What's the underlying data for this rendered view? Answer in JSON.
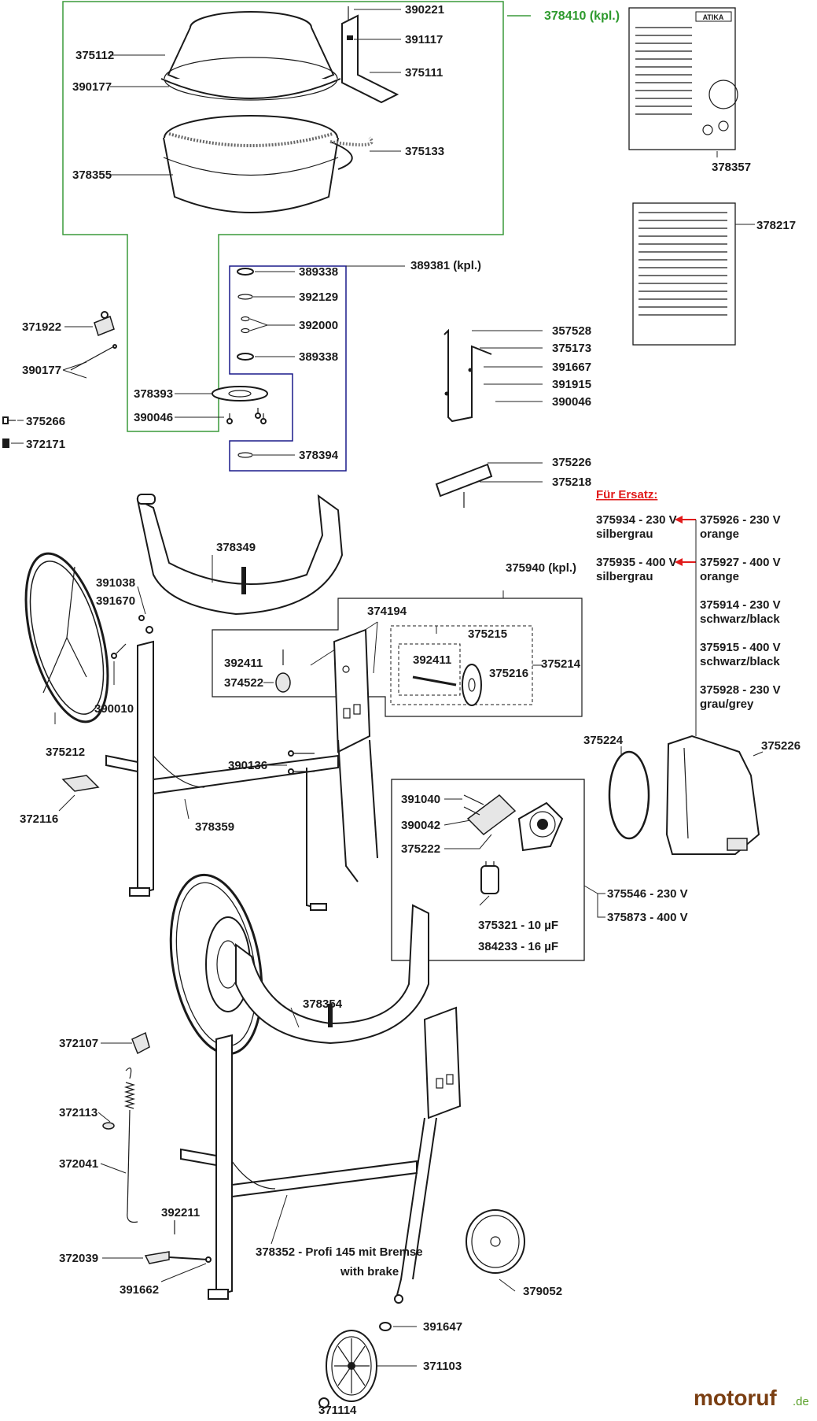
{
  "diagram": {
    "part_numbers": {
      "p390221": "390221",
      "p378410": "378410 (kpl.)",
      "p375112": "375112",
      "p391117": "391117",
      "p390177a": "390177",
      "p375111": "375111",
      "p375133": "375133",
      "p378355": "378355",
      "p378357": "378357",
      "p378217": "378217",
      "p389338a": "389338",
      "p389381": "389381 (kpl.)",
      "p392129": "392129",
      "p392000": "392000",
      "p389338b": "389338",
      "p371922": "371922",
      "p390177b": "390177",
      "p378393": "378393",
      "p390046a": "390046",
      "p375266": "375266",
      "p372171": "372171",
      "p378394": "378394",
      "p357528": "357528",
      "p375173": "375173",
      "p391667": "391667",
      "p391915": "391915",
      "p390046b": "390046",
      "p375226a": "375226",
      "p375218": "375218",
      "p378349": "378349",
      "p375940": "375940 (kpl.)",
      "p391038": "391038",
      "p391670": "391670",
      "p374194": "374194",
      "p375215": "375215",
      "p392411a": "392411",
      "p392411b": "392411",
      "p374522": "374522",
      "p375216": "375216",
      "p375214": "375214",
      "p390010": "390010",
      "p375212": "375212",
      "p375224": "375224",
      "p375226b": "375226",
      "p390136": "390136",
      "p372116": "372116",
      "p378359": "378359",
      "p391040": "391040",
      "p390042": "390042",
      "p375222": "375222",
      "p375546": "375546 - 230 V",
      "p375873": "375873 - 400 V",
      "p375321": "375321 - 10 µF",
      "p384233": "384233 - 16 µF",
      "p378354": "378354",
      "p372107": "372107",
      "p372113": "372113",
      "p372041": "372041",
      "p392211": "392211",
      "p372039": "372039",
      "p391662": "391662",
      "p378352": "378352 - Profi 145 mit Bremse",
      "p378352b": "with brake",
      "p379052": "379052",
      "p391647": "391647",
      "p371103": "371103",
      "p371114": "371114"
    },
    "replacement": {
      "heading": "Für Ersatz:",
      "left": [
        {
          "code": "375934 - 230 V",
          "color": "silbergrau"
        },
        {
          "code": "375935 - 400 V",
          "color": "silbergrau"
        }
      ],
      "right": [
        {
          "code": "375926 - 230 V",
          "color": "orange"
        },
        {
          "code": "375927 - 400 V",
          "color": "orange"
        },
        {
          "code": "375914 - 230 V",
          "color": "schwarz/black"
        },
        {
          "code": "375915 - 400 V",
          "color": "schwarz/black"
        },
        {
          "code": "375928 - 230 V",
          "color": "grau/grey"
        }
      ]
    },
    "manual_brand": "ATIKA",
    "watermark": {
      "brand": "motoruf",
      "suffix": ".de"
    },
    "colors": {
      "green_box": "#3a9a3a",
      "green_label": "#2e9a2e",
      "blue_box": "#1a1a8a",
      "red_arrow": "#e11b1b",
      "red_heading": "#e11b1b",
      "watermark_brown": "#7a3e12",
      "watermark_green": "#5aa02a"
    }
  }
}
